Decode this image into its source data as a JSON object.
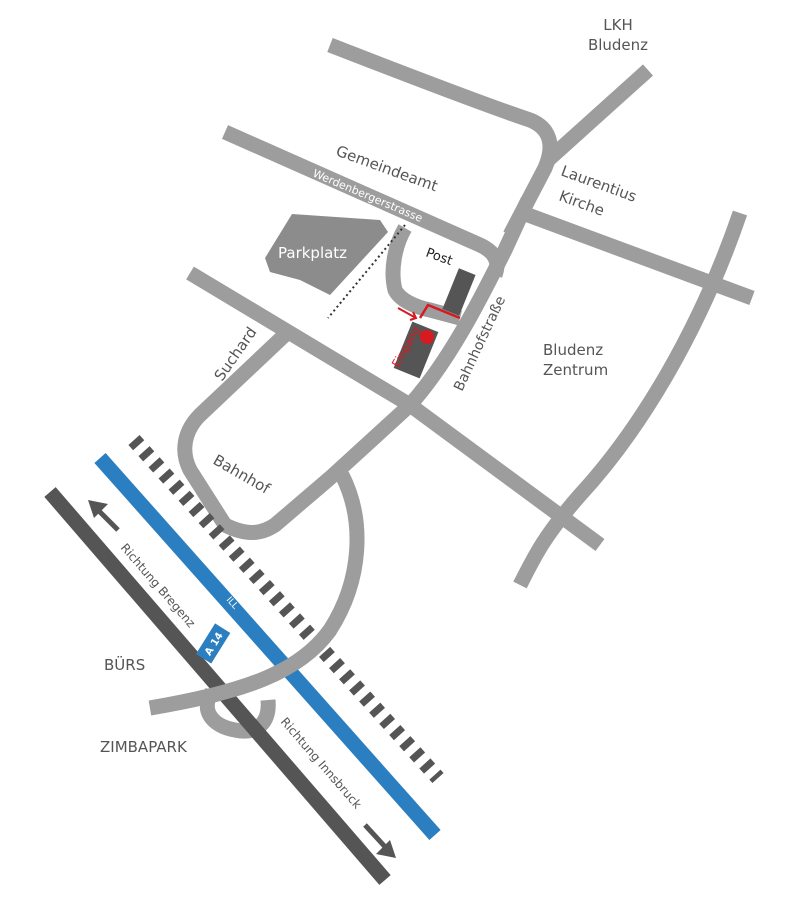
{
  "colors": {
    "road": "#9d9d9d",
    "railway": "#555555",
    "highway": "#555555",
    "river": "#2b7fc1",
    "building": "#555555",
    "entrance": "#d71920",
    "text": "#555555"
  },
  "labels": {
    "lkh_line1": "LKH",
    "lkh_line2": "Bludenz",
    "gemeindeamt": "Gemeindeamt",
    "laurentius_line1": "Laurentius",
    "laurentius_line2": "Kirche",
    "werdenbergerstrasse": "Werdenbergerstrasse",
    "parkplatz": "Parkplatz",
    "post": "Post",
    "suchard": "Suchard",
    "eingang": "Eingang",
    "bahnhofstrasse": "Bahnhofstraße",
    "bludenz_line1": "Bludenz",
    "bludenz_line2": "Zentrum",
    "bahnhof": "Bahnhof",
    "richtung_bregenz": "Richtung Bregenz",
    "ill": "ILL",
    "a14": "A 14",
    "buers": "BÜRS",
    "zimbapark": "ZIMBAPARK",
    "richtung_innsbruck": "Richtung Innsbruck"
  },
  "icons": {
    "entrance_marker": "red-dot-icon",
    "entrance_arrow": "arrow-icon",
    "direction_bregenz": "arrow-up-left-icon",
    "direction_innsbruck": "arrow-down-right-icon"
  }
}
